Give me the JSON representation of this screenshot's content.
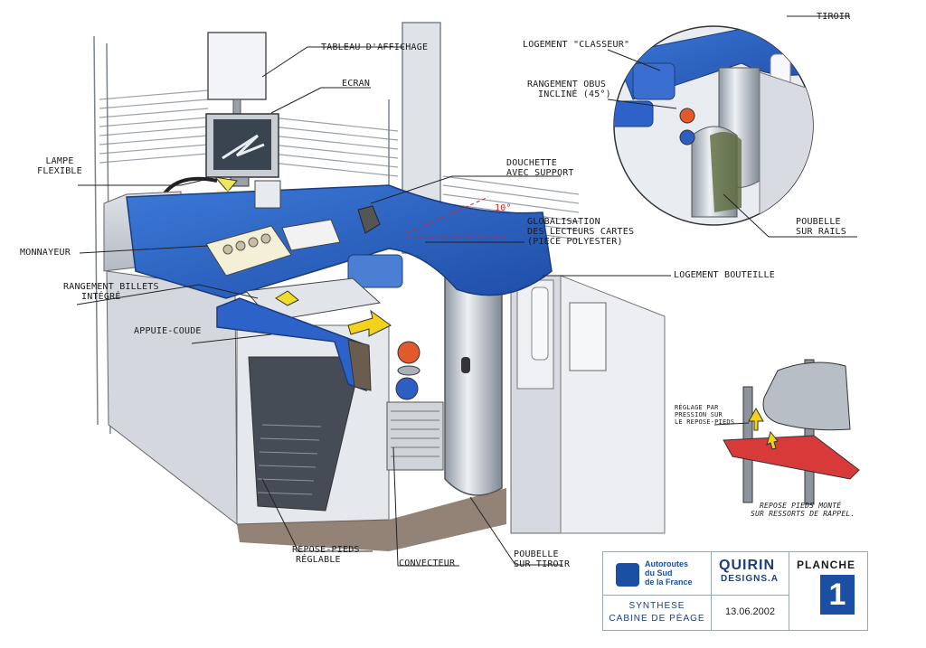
{
  "labels": {
    "tableau": "TABLEAU D'AFFICHAGE",
    "ecran": "ECRAN",
    "lampe_1": "LAMPE",
    "lampe_2": "FLEXIBLE",
    "douchette_1": "DOUCHETTE",
    "douchette_2": "AVEC SUPPORT",
    "monnayeur": "MONNAYEUR",
    "angle": "10°",
    "globalisation_1": "GLOBALISATION",
    "globalisation_2": "DES LECTEURS CARTES",
    "globalisation_3": "(PIECE POLYESTER)",
    "rangement_billets_1": "RANGEMENT BILLETS",
    "rangement_billets_2": "INTÉGRÉ",
    "logement_bouteille": "LOGEMENT BOUTEILLE",
    "appuie_coude": "APPUIE-COUDE",
    "logement_classeur": "LOGEMENT \"CLASSEUR\"",
    "tiroir": "TIROIR",
    "rangement_obus_1": "RANGEMENT OBUS",
    "rangement_obus_2": "INCLINÉ (45°)",
    "poubelle_rails_1": "POUBELLE",
    "poubelle_rails_2": "SUR RAILS",
    "reglage_1": "RÉGLAGE PAR",
    "reglage_2": "PRESSION SUR",
    "reglage_3": "LE REPOSE-PIEDS",
    "repose_monte_1": "REPOSE PIEDS MONTÉ",
    "repose_monte_2": "SUR RESSORTS DE RAPPEL.",
    "repose_reglable_1": "REPOSE-PIEDS",
    "repose_reglable_2": "RÉGLABLE",
    "convecteur": "CONVECTEUR",
    "poubelle_tiroir_1": "POUBELLE",
    "poubelle_tiroir_2": "SUR TIROIR"
  },
  "title_block": {
    "client_line1": "Autoroutes",
    "client_line2": "du Sud",
    "client_line3": "de la France",
    "designer": "QUIRIN",
    "designer_sub": "DESIGNS.A",
    "planche_label": "PLANCHE",
    "planche_number": "1",
    "subject_line1": "SYNTHESE",
    "subject_line2": "CABINE DE PÉAGE",
    "date": "13.06.2002"
  },
  "colors": {
    "worktop_blue": "#2f64c4",
    "steel_grey": "#b9c0c8",
    "arrow_yellow": "#f2d21a",
    "footrest_red": "#d83a3a",
    "brand_blue": "#1a4fa3"
  }
}
